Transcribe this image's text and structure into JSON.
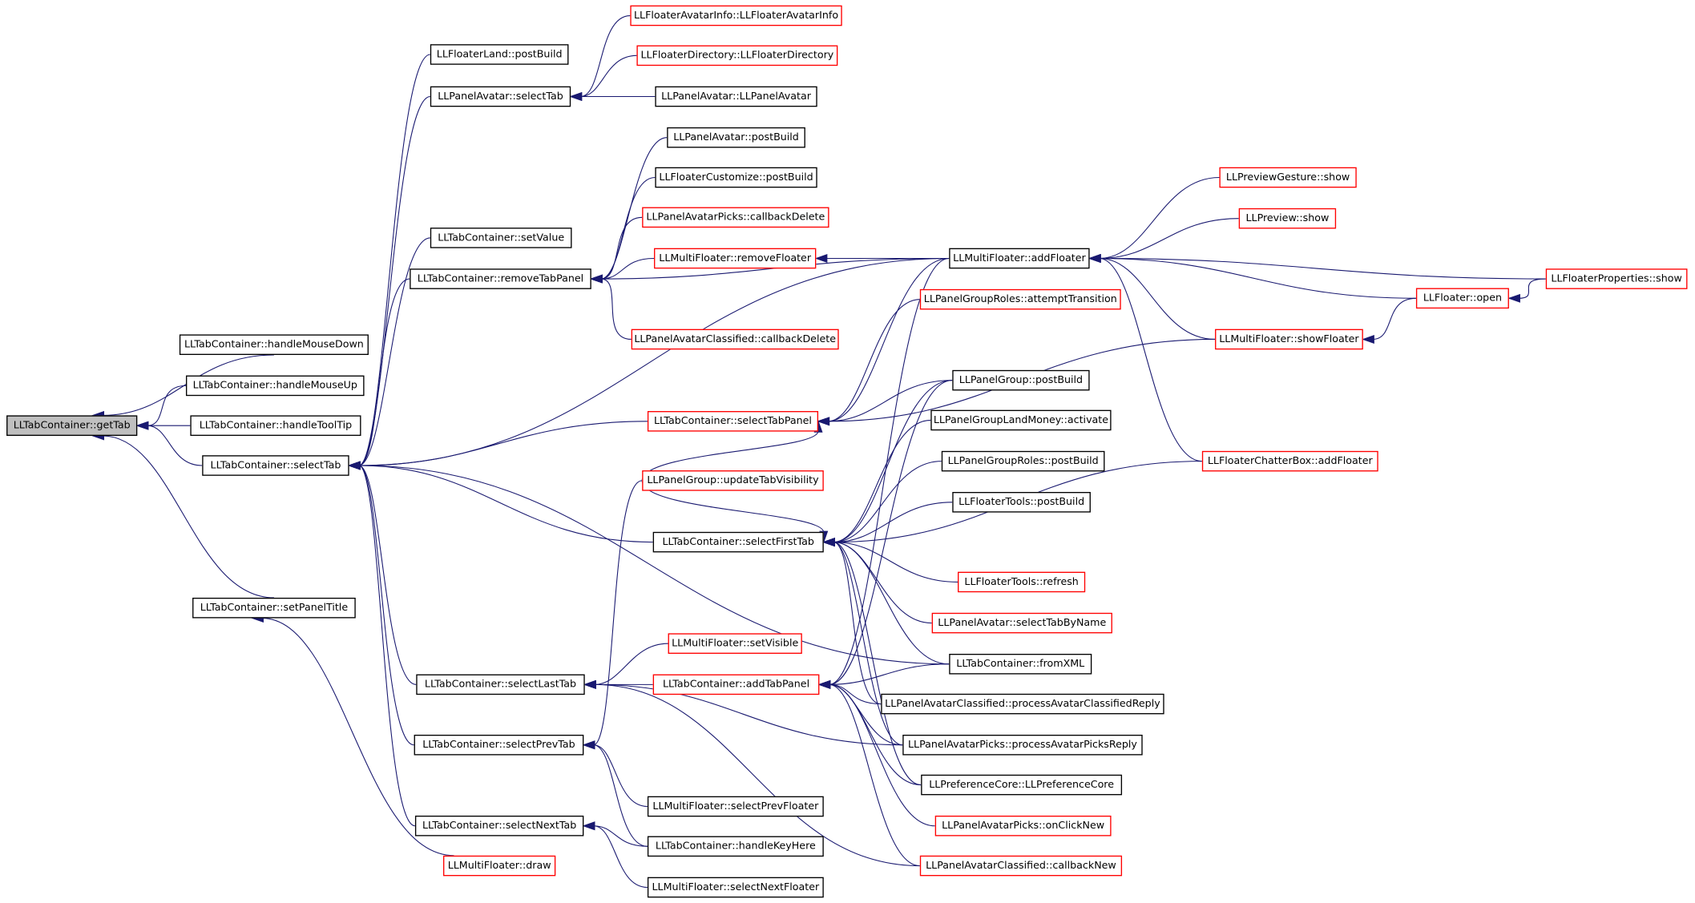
{
  "colors": {
    "edge": "#191970",
    "node_border": "#000000",
    "truncated_border": "#ff0000",
    "root_fill": "#bfbfbf"
  },
  "nodes": {
    "getTab": "LLTabContainer::getTab",
    "handleMouseDown": "LLTabContainer::handleMouseDown",
    "handleMouseUp": "LLTabContainer::handleMouseUp",
    "handleToolTip": "LLTabContainer::handleToolTip",
    "selectTab": "LLTabContainer::selectTab",
    "setPanelTitle": "LLTabContainer::setPanelTitle",
    "landPostBuild": "LLFloaterLand::postBuild",
    "panelAvatarSelectTab": "LLPanelAvatar::selectTab",
    "setValue": "LLTabContainer::setValue",
    "removeTabPanel": "LLTabContainer::removeTabPanel",
    "selectTabPanel": "LLTabContainer::selectTabPanel",
    "updateTabVisibility": "LLPanelGroup::updateTabVisibility",
    "selectFirstTab": "LLTabContainer::selectFirstTab",
    "selectLastTab": "LLTabContainer::selectLastTab",
    "selectPrevTab": "LLTabContainer::selectPrevTab",
    "selectNextTab": "LLTabContainer::selectNextTab",
    "mfDraw": "LLMultiFloater::draw",
    "avatarInfoCtor": "LLFloaterAvatarInfo::LLFloaterAvatarInfo",
    "directoryCtor": "LLFloaterDirectory::LLFloaterDirectory",
    "panelAvatarCtor": "LLPanelAvatar::LLPanelAvatar",
    "panelAvatarPostBuild": "LLPanelAvatar::postBuild",
    "customizePostBuild": "LLFloaterCustomize::postBuild",
    "picksCallbackDelete": "LLPanelAvatarPicks::callbackDelete",
    "removeFloater": "LLMultiFloater::removeFloater",
    "classifiedCallbackDelete": "LLPanelAvatarClassified::callbackDelete",
    "mfSetVisible": "LLMultiFloater::setVisible",
    "addTabPanel": "LLTabContainer::addTabPanel",
    "selectPrevFloater": "LLMultiFloater::selectPrevFloater",
    "handleKeyHere": "LLTabContainer::handleKeyHere",
    "selectNextFloater": "LLMultiFloater::selectNextFloater",
    "addFloater": "LLMultiFloater::addFloater",
    "attemptTransition": "LLPanelGroupRoles::attemptTransition",
    "panelGroupPostBuild": "LLPanelGroup::postBuild",
    "landMoneyActivate": "LLPanelGroupLandMoney::activate",
    "groupRolesPostBuild": "LLPanelGroupRoles::postBuild",
    "toolsPostBuild": "LLFloaterTools::postBuild",
    "toolsRefresh": "LLFloaterTools::refresh",
    "selectTabByName": "LLPanelAvatar::selectTabByName",
    "fromXML": "LLTabContainer::fromXML",
    "processClassifiedReply": "LLPanelAvatarClassified::processAvatarClassifiedReply",
    "processPicksReply": "LLPanelAvatarPicks::processAvatarPicksReply",
    "prefCoreCtor": "LLPreferenceCore::LLPreferenceCore",
    "picksOnClickNew": "LLPanelAvatarPicks::onClickNew",
    "classifiedCallbackNew": "LLPanelAvatarClassified::callbackNew",
    "previewGestureShow": "LLPreviewGesture::show",
    "previewShow": "LLPreview::show",
    "showFloater": "LLMultiFloater::showFloater",
    "chatterBoxAddFloater": "LLFloaterChatterBox::addFloater",
    "floaterOpen": "LLFloater::open",
    "propertiesShow": "LLFloaterProperties::show"
  }
}
